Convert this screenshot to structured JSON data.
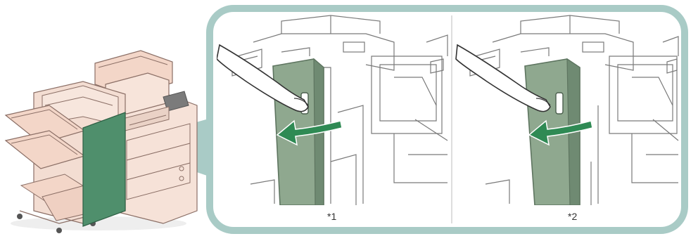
{
  "figure": {
    "captions": [
      "*1",
      "*2"
    ],
    "colors": {
      "frame": "#a9cbc6",
      "door": "#8fa88f",
      "door_dark": "#5e7560",
      "arrow": "#2f8a54",
      "machine_body": "#f3ddd2",
      "machine_line": "#8b6f66",
      "finisher_door": "#4f8f6c",
      "line_art": "#6b6b6b"
    },
    "icons": [
      "printer-with-finisher",
      "door-opening-arrow",
      "hand-icon"
    ]
  }
}
